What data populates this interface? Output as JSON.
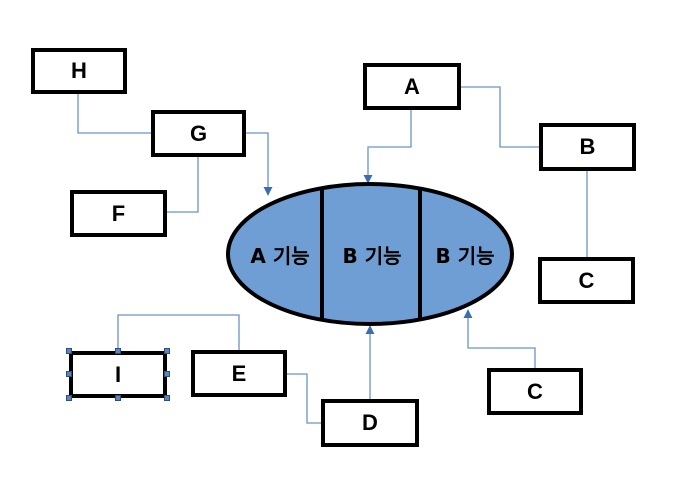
{
  "colors": {
    "connector": "#4f7fbf",
    "ellipse_fill": "#6f9ed4",
    "box_border": "#000000",
    "handle": "#5b86c0"
  },
  "boxes": {
    "h": "H",
    "g": "G",
    "f": "F",
    "a": "A",
    "b": "B",
    "c_right": "C",
    "c_bottom": "C",
    "i": "I",
    "e": "E",
    "d": "D"
  },
  "ellipse": {
    "segments": [
      "A 기능",
      "B 기능",
      "B 기능"
    ]
  }
}
